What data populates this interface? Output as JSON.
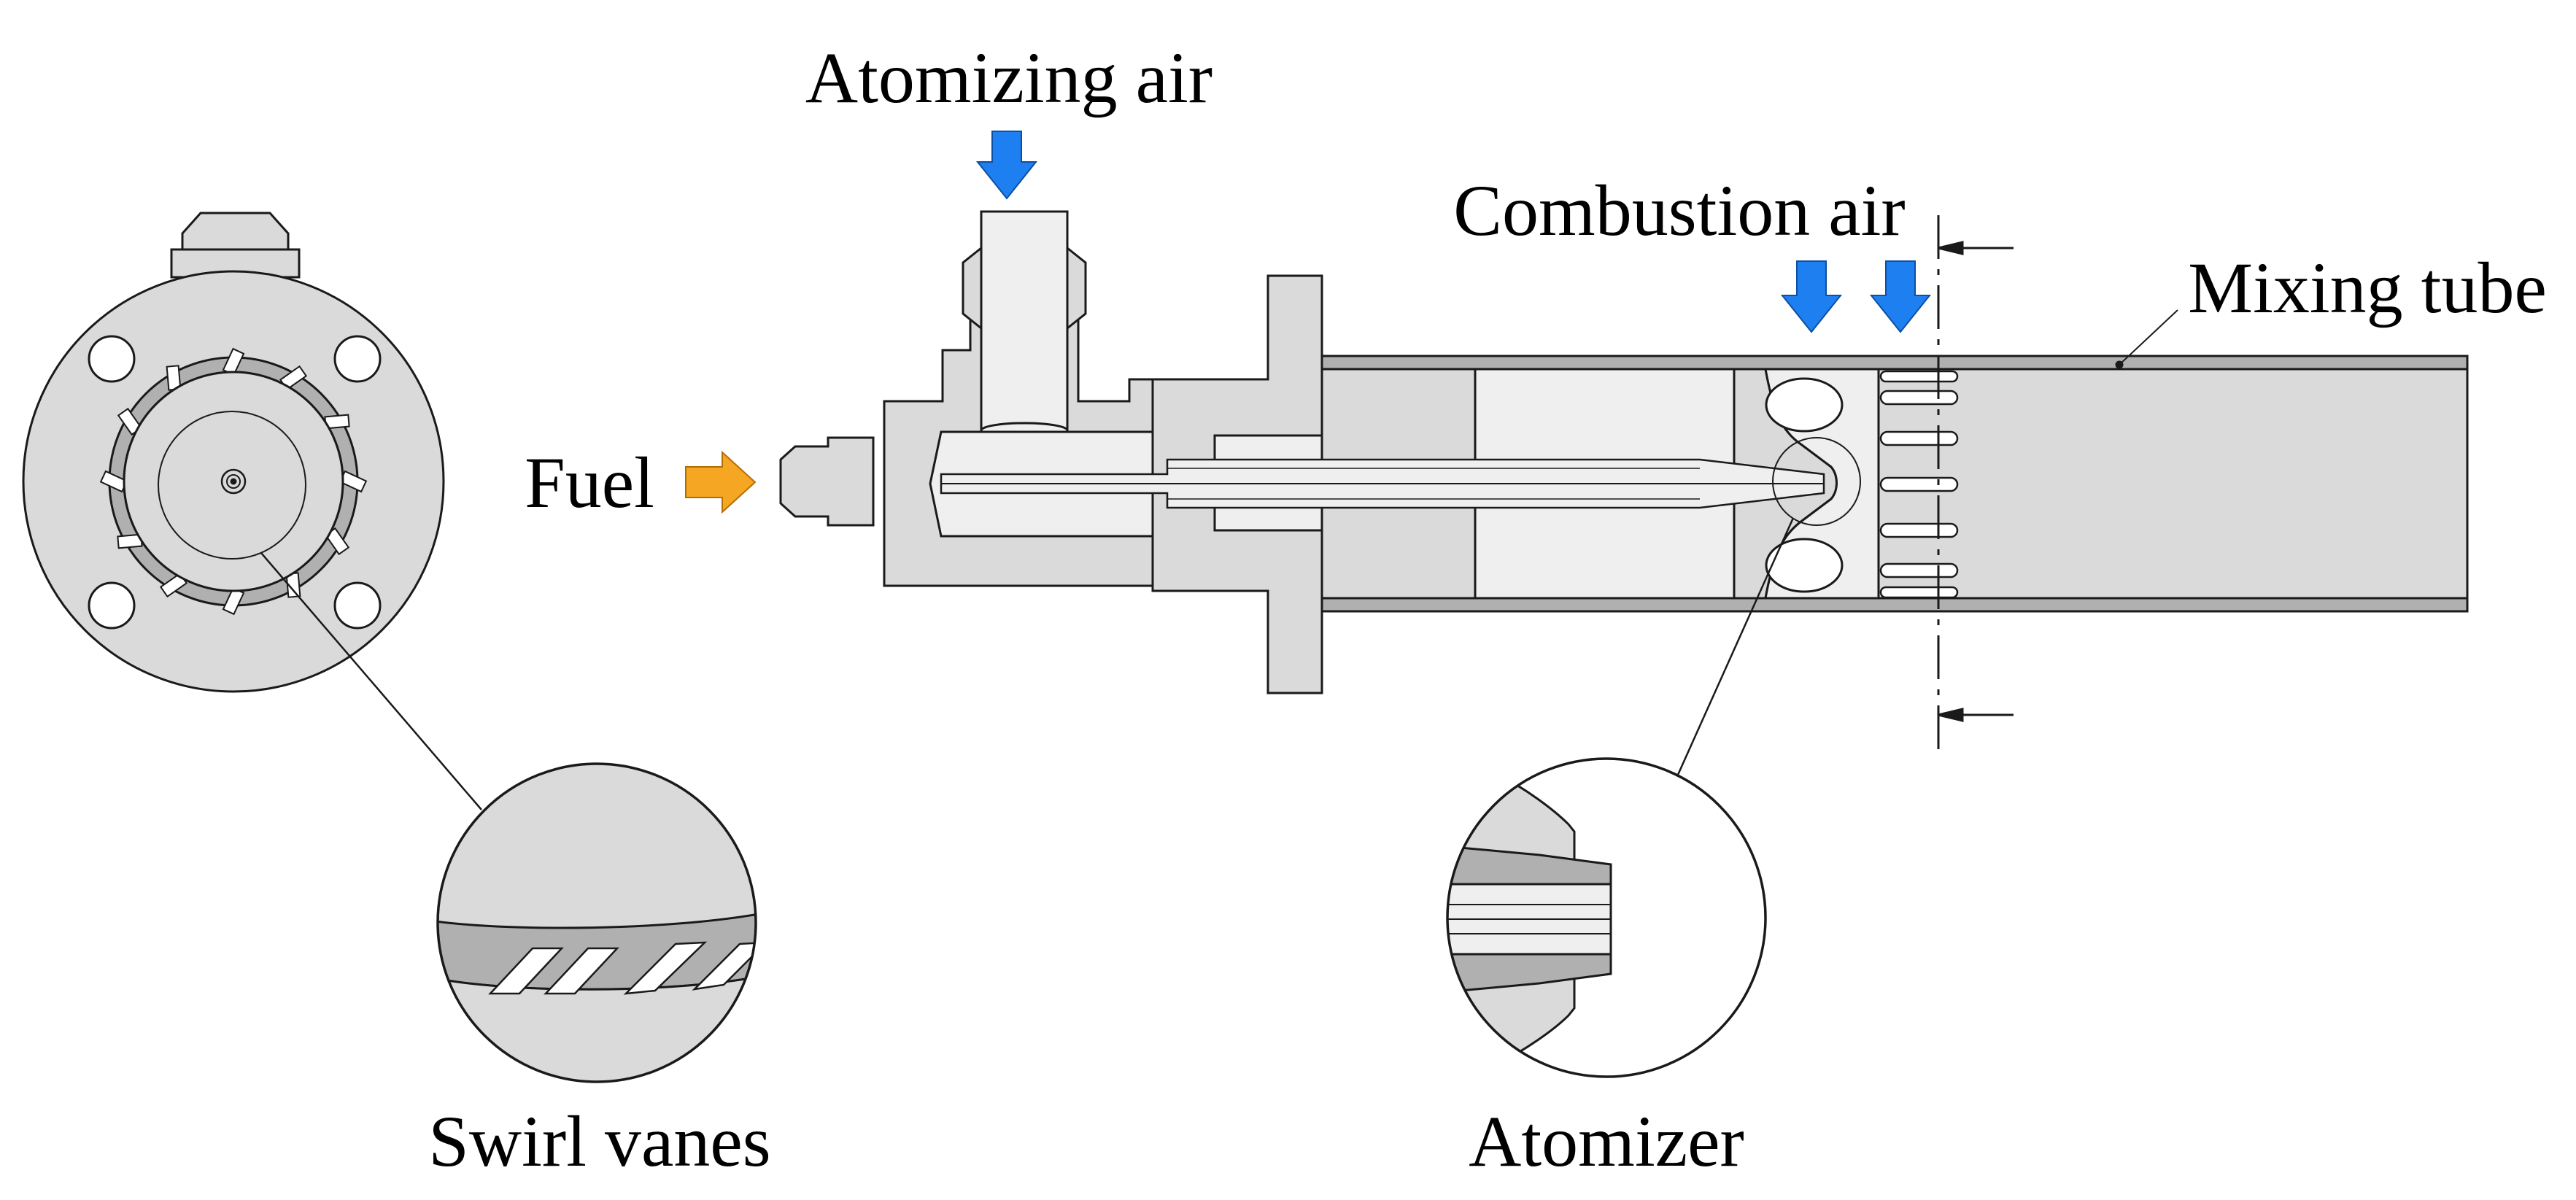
{
  "labels": {
    "atomizing_air": "Atomizing air",
    "combustion_air": "Combustion air",
    "mixing_tube": "Mixing tube",
    "fuel": "Fuel",
    "swirl_vanes": "Swirl vanes",
    "atomizer": "Atomizer"
  },
  "colors": {
    "air_arrow": "#1e7ff0",
    "fuel_arrow": "#f5a623",
    "part_fill": "#dadada",
    "part_light": "#efefef",
    "part_dark": "#b0b0b0",
    "outline": "#1a1a1a"
  }
}
